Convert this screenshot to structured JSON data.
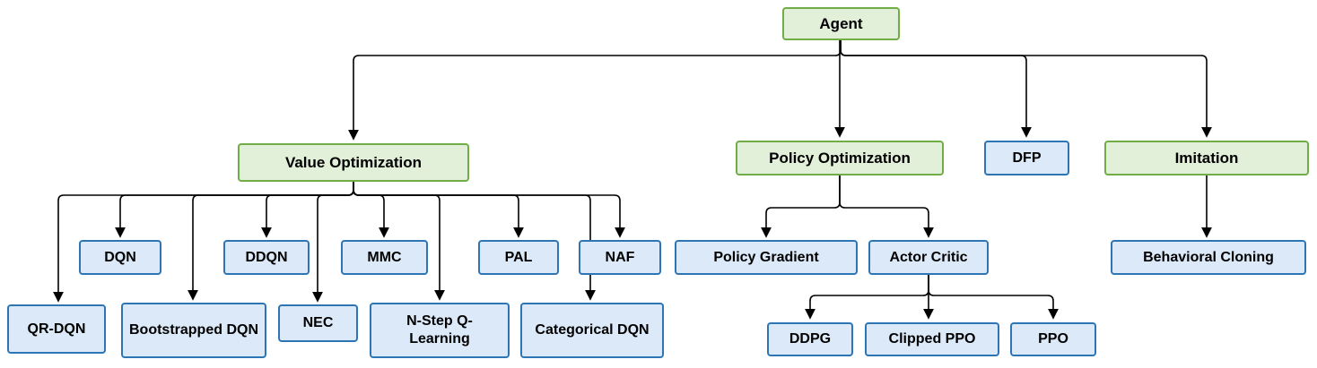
{
  "diagram_type": "hierarchy-tree",
  "colors": {
    "green_fill": "#e2efd9",
    "green_border": "#70ad47",
    "blue_fill": "#dbe9f8",
    "blue_border": "#2e75b6",
    "connector": "#000000"
  },
  "nodes": {
    "agent": {
      "label": "Agent",
      "style": "green"
    },
    "value_optimization": {
      "label": "Value Optimization",
      "style": "green"
    },
    "policy_optimization": {
      "label": "Policy Optimization",
      "style": "green"
    },
    "dfp": {
      "label": "DFP",
      "style": "blue"
    },
    "imitation": {
      "label": "Imitation",
      "style": "green"
    },
    "dqn": {
      "label": "DQN",
      "style": "blue"
    },
    "ddqn": {
      "label": "DDQN",
      "style": "blue"
    },
    "mmc": {
      "label": "MMC",
      "style": "blue"
    },
    "pal": {
      "label": "PAL",
      "style": "blue"
    },
    "naf": {
      "label": "NAF",
      "style": "blue"
    },
    "qr_dqn": {
      "label": "QR-DQN",
      "style": "blue"
    },
    "bootstrapped_dqn": {
      "label": "Bootstrapped DQN",
      "style": "blue"
    },
    "nec": {
      "label": "NEC",
      "style": "blue"
    },
    "n_step_q_learning": {
      "label": "N-Step Q-Learning",
      "style": "blue"
    },
    "categorical_dqn": {
      "label": "Categorical DQN",
      "style": "blue"
    },
    "policy_gradient": {
      "label": "Policy Gradient",
      "style": "blue"
    },
    "actor_critic": {
      "label": "Actor Critic",
      "style": "blue"
    },
    "behavioral_cloning": {
      "label": "Behavioral Cloning",
      "style": "blue"
    },
    "ddpg": {
      "label": "DDPG",
      "style": "blue"
    },
    "clipped_ppo": {
      "label": "Clipped PPO",
      "style": "blue"
    },
    "ppo": {
      "label": "PPO",
      "style": "blue"
    }
  },
  "edges": [
    {
      "from": "agent",
      "to": "value_optimization"
    },
    {
      "from": "agent",
      "to": "policy_optimization"
    },
    {
      "from": "agent",
      "to": "dfp"
    },
    {
      "from": "agent",
      "to": "imitation"
    },
    {
      "from": "value_optimization",
      "to": "qr_dqn"
    },
    {
      "from": "value_optimization",
      "to": "dqn"
    },
    {
      "from": "value_optimization",
      "to": "bootstrapped_dqn"
    },
    {
      "from": "value_optimization",
      "to": "ddqn"
    },
    {
      "from": "value_optimization",
      "to": "nec"
    },
    {
      "from": "value_optimization",
      "to": "mmc"
    },
    {
      "from": "value_optimization",
      "to": "n_step_q_learning"
    },
    {
      "from": "value_optimization",
      "to": "pal"
    },
    {
      "from": "value_optimization",
      "to": "categorical_dqn"
    },
    {
      "from": "value_optimization",
      "to": "naf"
    },
    {
      "from": "policy_optimization",
      "to": "policy_gradient"
    },
    {
      "from": "policy_optimization",
      "to": "actor_critic"
    },
    {
      "from": "actor_critic",
      "to": "ddpg"
    },
    {
      "from": "actor_critic",
      "to": "clipped_ppo"
    },
    {
      "from": "actor_critic",
      "to": "ppo"
    },
    {
      "from": "imitation",
      "to": "behavioral_cloning"
    }
  ]
}
